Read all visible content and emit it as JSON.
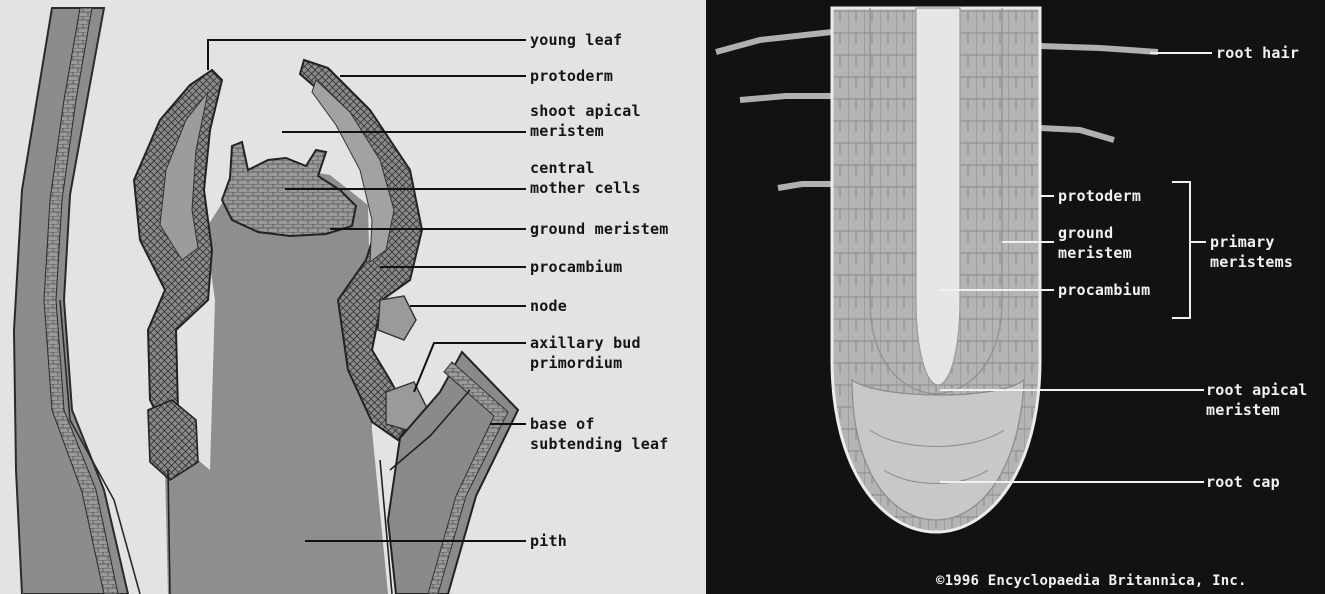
{
  "colors": {
    "left_background": "#e3e3e1",
    "right_background": "#121212",
    "tissue_fill": "#8f8f8f",
    "root_fill": "#b5b5b3",
    "label_line_dark": "#111111",
    "label_line_light": "#f0f0f0"
  },
  "shoot": {
    "labels": [
      {
        "line1": "young leaf"
      },
      {
        "line1": "protoderm"
      },
      {
        "line1": "shoot apical",
        "line2": "meristem"
      },
      {
        "line1": "central",
        "line2": "mother cells"
      },
      {
        "line1": "ground meristem"
      },
      {
        "line1": "procambium"
      },
      {
        "line1": "node"
      },
      {
        "line1": "axillary bud",
        "line2": "primordium"
      },
      {
        "line1": "base of",
        "line2": "subtending leaf"
      },
      {
        "line1": "pith"
      }
    ]
  },
  "root": {
    "labels": [
      {
        "line1": "root hair"
      },
      {
        "line1": "protoderm"
      },
      {
        "line1": "ground",
        "line2": "meristem"
      },
      {
        "line1": "procambium"
      },
      {
        "line1": "primary",
        "line2": "meristems"
      },
      {
        "line1": "root apical",
        "line2": "meristem"
      },
      {
        "line1": "root cap"
      }
    ]
  },
  "copyright": "©1996 Encyclopaedia Britannica, Inc."
}
